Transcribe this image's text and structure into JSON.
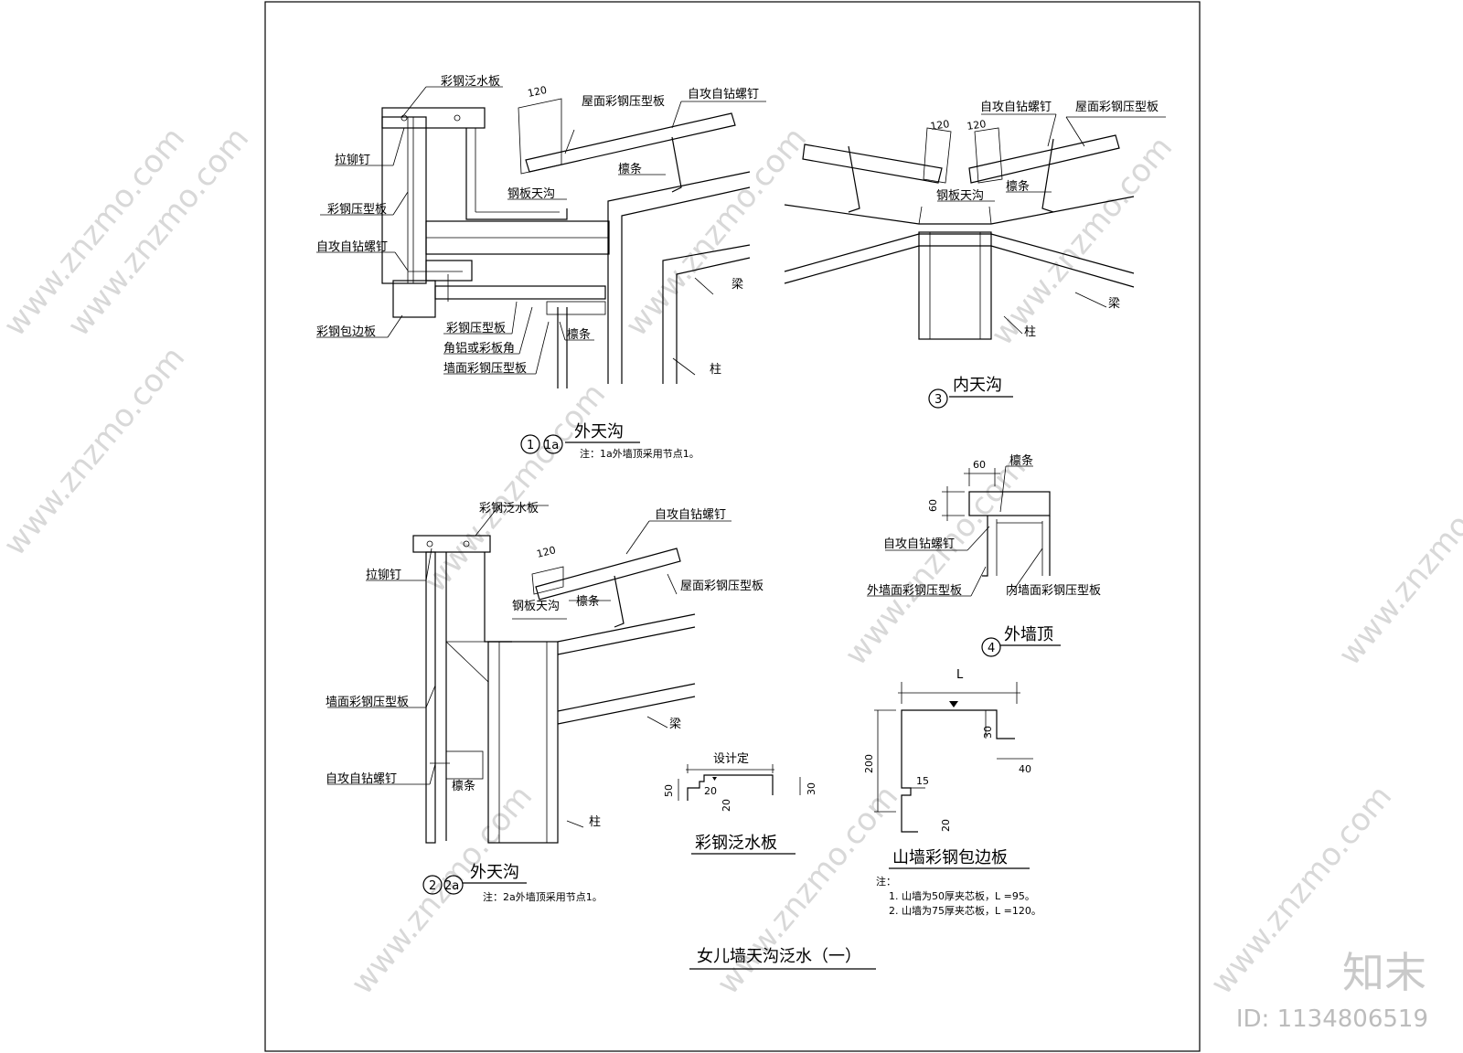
{
  "watermark": {
    "site": "www.znzmo.com",
    "brand": "知末",
    "id_text": "ID: 1134806519"
  },
  "detail1": {
    "labels": {
      "flashing": "彩钢泛水板",
      "rivet": "拉铆钉",
      "wall_sheet": "彩钢压型板",
      "screw": "自攻自钻螺钉",
      "edge_trim": "彩钢包边板",
      "steel_gutter": "钢板天沟",
      "roof_sheet": "屋面彩钢压型板",
      "screw_r": "自攻自钻螺钉",
      "purlin": "檩条",
      "beam": "梁",
      "sheet2": "彩钢压型板",
      "angle": "角铝或彩板角",
      "wall_sheet2": "墙面彩钢压型板",
      "purlin2": "檩条",
      "column": "柱",
      "dim": "120"
    },
    "title": "外天沟",
    "num": "1",
    "num_a": "1a",
    "note": "注：1a外墙顶采用节点1。"
  },
  "detail2": {
    "labels": {
      "flashing": "彩钢泛水板",
      "rivet": "拉铆钉",
      "screw": "自攻自钻螺钉",
      "roof_sheet": "屋面彩钢压型板",
      "purlin": "檩条",
      "steel_gutter": "钢板天沟",
      "wall_sheet": "墙面彩钢压型板",
      "beam": "梁",
      "screw2": "自攻自钻螺钉",
      "purlin2": "檩条",
      "column": "柱",
      "dim": "120"
    },
    "title": "外天沟",
    "num": "2",
    "num_a": "2a",
    "note": "注：2a外墙顶采用节点1。"
  },
  "detail3": {
    "labels": {
      "screw": "自攻自钻螺钉",
      "roof_sheet": "屋面彩钢压型板",
      "purlin": "檩条",
      "steel_gutter": "钢板天沟",
      "beam": "梁",
      "column": "柱",
      "dim1": "120",
      "dim2": "120"
    },
    "title": "内天沟",
    "num": "3"
  },
  "detail4": {
    "labels": {
      "purlin": "檩条",
      "screw": "自攻自钻螺钉",
      "outer_wall": "外墙面彩钢压型板",
      "inner_wall": "内墙面彩钢压型板",
      "dim_w": "60",
      "dim_h": "60"
    },
    "title": "外墙顶",
    "num": "4"
  },
  "flashing_board": {
    "title": "彩钢泛水板",
    "design": "设计定",
    "dims": {
      "d50": "50",
      "d20a": "20",
      "d20b": "20",
      "d30": "30"
    }
  },
  "gable_trim": {
    "title": "山墙彩钢包边板",
    "dims": {
      "L": "L",
      "d30": "30",
      "d40": "40",
      "d200": "200",
      "d15": "15",
      "d20": "20"
    },
    "note_head": "注：",
    "notes": [
      "1.  山墙为50厚夹芯板，L     =95。",
      "2.  山墙为75厚夹芯板，L     =120。"
    ]
  },
  "sheet_title": "女儿墙天沟泛水（一）"
}
